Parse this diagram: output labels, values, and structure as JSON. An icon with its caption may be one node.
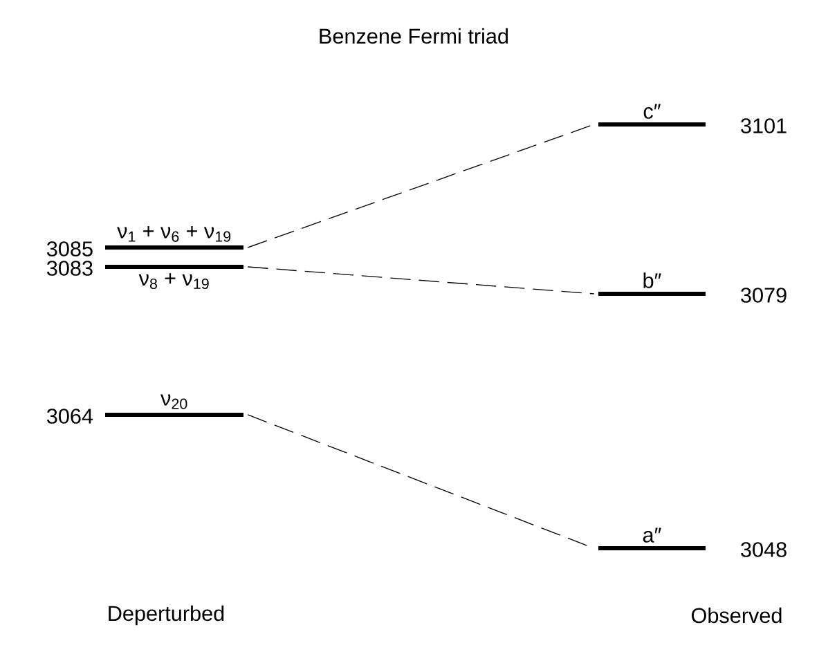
{
  "diagram": {
    "title": "Benzene Fermi triad",
    "nodes": [
      {
        "text": [
          "ν$_{1}$ + ν$_{6}$ + ν$_{19}$"
        ],
        "beside": [
          "3085"
        ]
      },
      {
        "text": [
          "ν$_{8}$ + ν$_{19}$"
        ],
        "beside": [
          "3083"
        ]
      },
      {
        "text": [
          "ν$_{20}$"
        ],
        "beside": [
          "3064"
        ]
      },
      {
        "text": [
          "c″"
        ],
        "beside": [
          "3101"
        ]
      },
      {
        "text": [
          "b″"
        ],
        "beside": [
          "3079"
        ]
      },
      {
        "text": [
          "a″"
        ],
        "beside": [
          "3048"
        ]
      }
    ],
    "edges": [
      {
        "from": 0,
        "to": 3,
        "arrow": "none",
        "style": "dashed"
      },
      {
        "from": 1,
        "to": 4,
        "arrow": "none",
        "style": "dashed"
      },
      {
        "from": 2,
        "to": 5,
        "arrow": "none",
        "style": "dashed"
      }
    ],
    "labels": [
      "Deperturbed",
      "Observed"
    ]
  }
}
